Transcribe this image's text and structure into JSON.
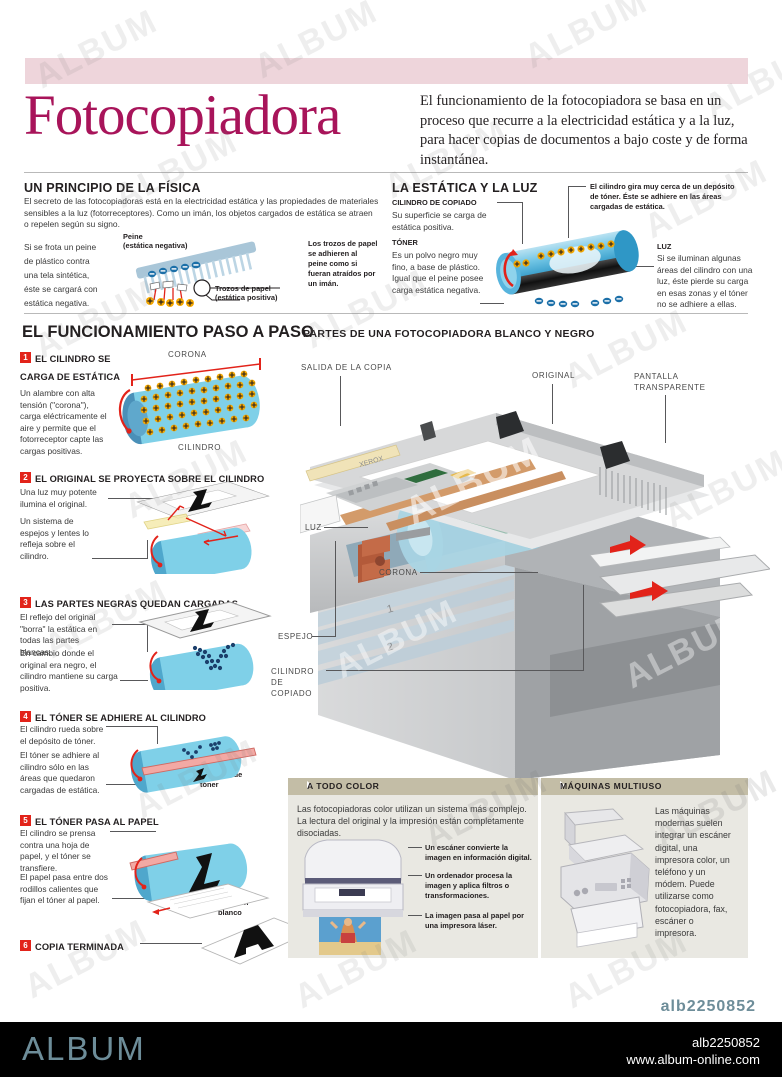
{
  "header": {
    "title": "Fotocopiadora",
    "intro": "El funcionamiento de la fotocopiadora se basa en un proceso que recurre a la electricidad estática y a la luz, para hacer copias de documentos a bajo coste y de forma instantánea.",
    "banner_color": "#eed5db",
    "title_color": "#a8145a"
  },
  "physics": {
    "heading": "UN PRINCIPIO DE LA FÍSICA",
    "intro": "El secreto de las fotocopiadoras está en la electricidad estática y las propiedades de materiales sensibles a la luz (fotorreceptores). Como un imán, los objetos cargados de estática se atraen o repelen según su signo.",
    "left_note": "Si se frota un peine de plástico contra una tela sintética, éste se cargará con estática negativa.",
    "comb_label_1": "Peine",
    "comb_label_2": "(estática negativa)",
    "paper_label_1": "Trozos de papel",
    "paper_label_2": "(estática positiva)",
    "right_note": "Los trozos de papel se adhieren al peine como si fueran atraídos por un imán."
  },
  "static_light": {
    "heading": "LA ESTÁTICA Y LA LUZ",
    "drum_label": "CILINDRO DE COPIADO",
    "drum_text": "Su superficie se carga de estática positiva.",
    "toner_label": "TÓNER",
    "toner_text": "Es un polvo negro muy fino, a base de plástico. Igual que el peine posee carga estática negativa.",
    "top_note": "El cilindro gira muy cerca de un depósito de tóner. Éste se adhiere en las áreas cargadas de estática.",
    "light_label": "LUZ",
    "light_text": "Si se iluminan algunas áreas del cilindro con una luz, éste pierde su carga en esas zonas y el tóner no se adhiere a ellas."
  },
  "steps_heading": "EL FUNCIONAMIENTO PASO A PASO",
  "parts_heading": "PARTES DE UNA FOTOCOPIADORA BLANCO Y NEGRO",
  "steps": [
    {
      "n": "1",
      "title": "EL CILINDRO SE CARGA DE ESTÁTICA",
      "text": "Un alambre con alta tensión (\"corona\"), carga eléctricamente el aire y permite que el fotorreceptor capte las cargas positivas.",
      "labels": [
        "CORONA",
        "CILINDRO"
      ]
    },
    {
      "n": "2",
      "title": "EL ORIGINAL SE PROYECTA SOBRE EL CILINDRO",
      "text1": "Una luz muy potente ilumina el original.",
      "text2": "Un sistema de espejos y lentes lo refleja sobre el cilindro."
    },
    {
      "n": "3",
      "title": "LAS PARTES NEGRAS QUEDAN CARGADAS",
      "text1": "El reflejo del original \"borra\" la estática en todas las partes blancas.",
      "text2": "En cambio donde el original era negro, el cilindro mantiene su carga positiva."
    },
    {
      "n": "4",
      "title": "EL TÓNER SE ADHIERE AL CILINDRO",
      "text1": "El cilindro rueda sobre el depósito de tóner.",
      "text2": "El tóner se adhiere al cilindro sólo en las áreas que quedaron cargadas de estática.",
      "label": "Depósito de tóner"
    },
    {
      "n": "5",
      "title": "EL TÓNER PASA AL PAPEL",
      "text1": "El cilindro se prensa contra una hoja de papel, y el tóner se transfiere.",
      "text2": "El papel pasa entre dos rodillos calientes que fijan el tóner al papel.",
      "label": "Papel en blanco"
    },
    {
      "n": "6",
      "title": "COPIA TERMINADA"
    }
  ],
  "copier_labels": [
    "SALIDA DE LA COPIA",
    "ORIGINAL",
    "PANTALLA TRANSPARENTE",
    "LUZ",
    "CORONA",
    "ESPEJO",
    "CILINDRO DE COPIADO"
  ],
  "color_box": {
    "heading": "A TODO COLOR",
    "intro": "Las fotocopiadoras color utilizan un sistema más complejo. La lectura del original y la impresión están completamente disociadas.",
    "bullets": [
      "Un escáner convierte la imagen en información digital.",
      "Un ordenador procesa la imagen y aplica filtros o transformaciones.",
      "La imagen pasa al papel por una impresora láser."
    ]
  },
  "multi_box": {
    "heading": "MÁQUINAS MULTIUSO",
    "text": "Las máquinas modernas suelen integrar un escáner digital, una impresora color, un teléfono y un módem. Puede utilizarse como fotocopiadora, fax, escáner o impresora."
  },
  "footer": {
    "ref_top": "alb2250852",
    "logo": "ALBUM",
    "ref": "alb2250852",
    "url": "www.album-online.com"
  },
  "watermark": "ALBUM"
}
